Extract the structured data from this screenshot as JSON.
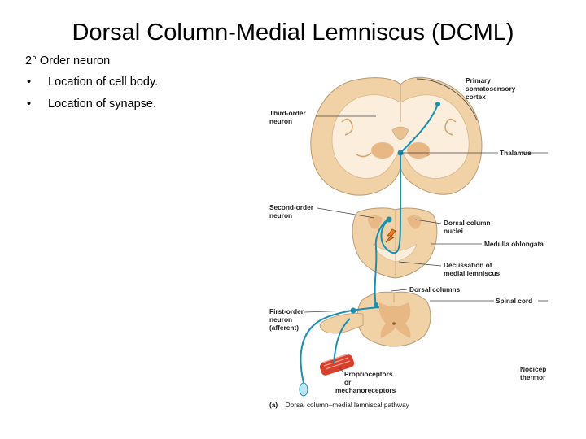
{
  "slide": {
    "title": "Dorsal Column-Medial Lemniscus (DCML)",
    "subtitle": "2° Order neuron",
    "bullets": [
      {
        "marker": "•",
        "text": "Location of cell body."
      },
      {
        "marker": "•",
        "text": "Location of synapse."
      }
    ]
  },
  "figure": {
    "labels": {
      "primary_cortex": [
        "Primary",
        "somatosensory",
        "cortex"
      ],
      "third_order": [
        "Third-order",
        "neuron"
      ],
      "thalamus": "Thalamus",
      "second_order": [
        "Second-order",
        "neuron"
      ],
      "dorsal_column_nuclei": [
        "Dorsal column",
        "nuclei"
      ],
      "medulla": "Medulla oblongata",
      "decussation": [
        "Decussation of",
        "medial lemniscus"
      ],
      "dorsal_columns": "Dorsal columns",
      "spinal_cord": "Spinal cord",
      "first_order": [
        "First-order",
        "neuron",
        "(afferent)"
      ],
      "receptors": [
        "Proprioceptors",
        "or",
        "mechanoreceptors"
      ],
      "cut_off": [
        "Nocicep",
        "thermor"
      ]
    },
    "caption": {
      "tag": "(a)",
      "text": "Dorsal column–medial lemniscal pathway"
    },
    "colors": {
      "brain_outer": "#f1d2a7",
      "brain_inner": "#fbeedd",
      "gray_matter": "#e7b883",
      "neuron": "#1a8fb0",
      "arrow": "#f07a1e",
      "receptor": "#d9402c"
    }
  }
}
